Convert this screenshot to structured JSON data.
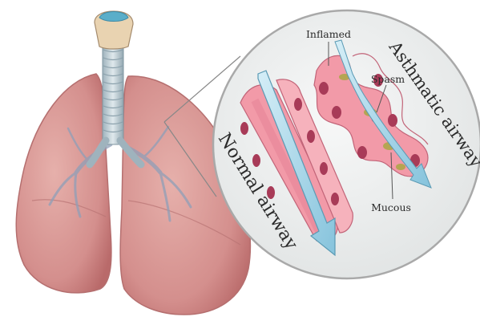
{
  "labels": {
    "inflamed": "Inflamed",
    "spasm": "Spasm",
    "mucous": "Mucous",
    "normal_airway": "Normal airway",
    "asthmatic_airway": "Asthmatic airway"
  },
  "colors": {
    "lung_fill": "#dfa39f",
    "lung_shadow": "#b96a6a",
    "trachea_ring": "#c9d6dc",
    "trachea_top": "#5aaec9",
    "airway_pink": "#f29aa8",
    "airway_dark": "#a83b58",
    "arrow_blue": "#a8d5e8",
    "magnifier_bg": "#eceeee",
    "mucous_olive": "#b5a552",
    "label_text": "#2b2b2b"
  }
}
